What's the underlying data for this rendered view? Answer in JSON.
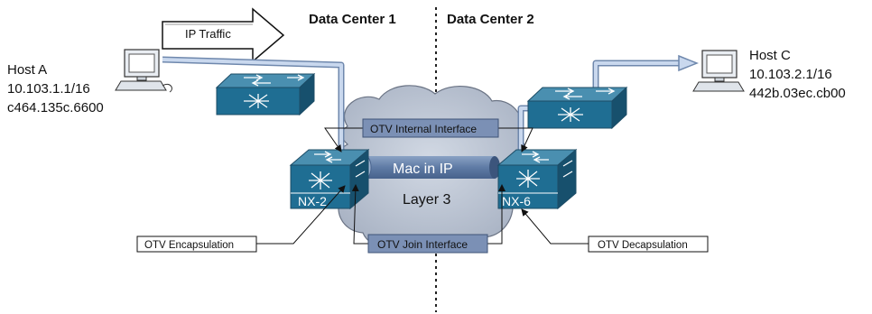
{
  "title_dc1": "Data Center 1",
  "title_dc2": "Data Center 2",
  "traffic_label": "IP Traffic",
  "host_a": {
    "name": "Host A",
    "ip": "10.103.1.1/16",
    "mac": "c464.135c.6600"
  },
  "host_c": {
    "name": "Host C",
    "ip": "10.103.2.1/16",
    "mac": "442b.03ec.cb00"
  },
  "switch_left": "NX-2",
  "switch_right": "NX-6",
  "tunnel_label": "Mac in IP",
  "cloud_label": "Layer 3",
  "otv_internal": "OTV Internal Interface",
  "otv_join": "OTV Join Interface",
  "otv_encap": "OTV Encapsulation",
  "otv_decap": "OTV Decapsulation",
  "colors": {
    "switch_top": "#4a8fb0",
    "switch_front": "#1f6e93",
    "switch_dark": "#17506d",
    "cloud": "#bcc4d2",
    "tunnel": "#6d88b0",
    "path": "#b8cbe6",
    "path_edge": "#6f88ad"
  }
}
